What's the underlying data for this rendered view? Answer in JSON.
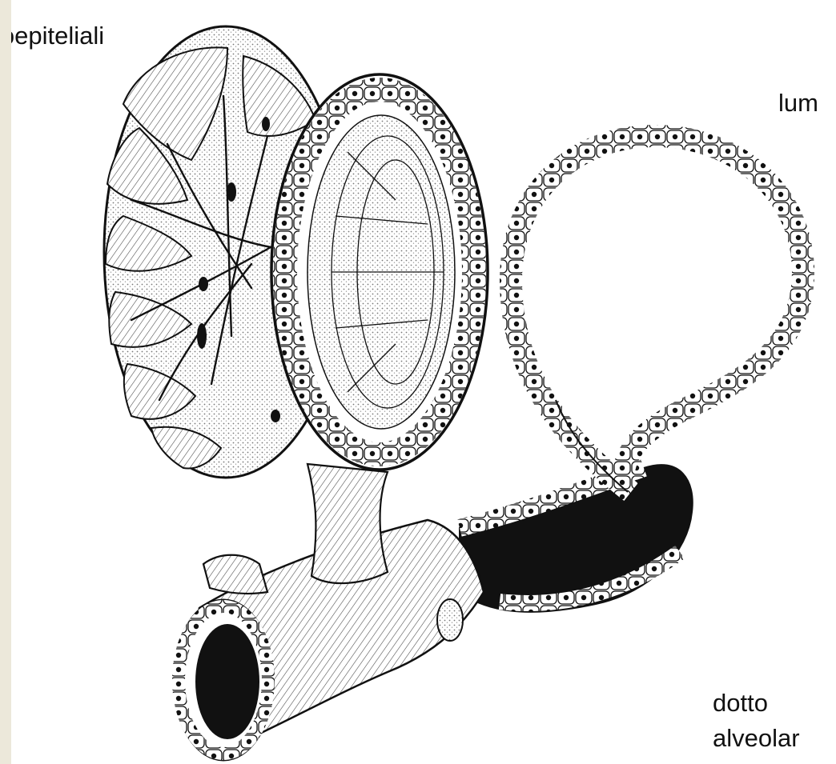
{
  "labels": {
    "myoepithelial": "ioepiteliali",
    "lumen": "lum",
    "duct_line1": "dotto",
    "duct_line2": "alveolar"
  },
  "colors": {
    "background": "#ffffff",
    "margin": "#ece8da",
    "ink": "#111111",
    "stipple": "#888888"
  }
}
